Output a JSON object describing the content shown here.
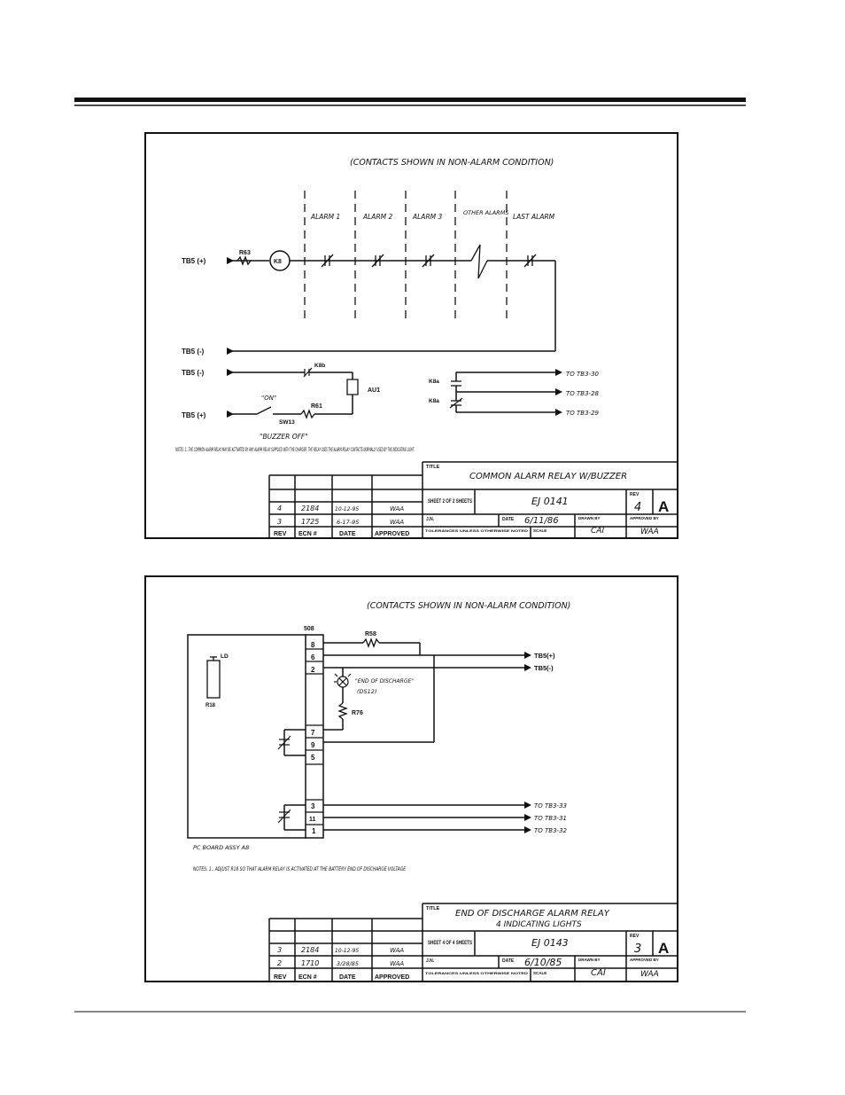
{
  "d1": {
    "note_top": "(CONTACTS SHOWN IN NON-ALARM CONDITION)",
    "alarms": [
      "ALARM 1",
      "ALARM 2",
      "ALARM 3",
      "OTHER ALARMS",
      "LAST ALARM"
    ],
    "tb5_plus": "TB5 (+)",
    "tb5_minus": "TB5 (-)",
    "tb5_minus2": "TB5 (-)",
    "tb5_plus2": "TB5 (+)",
    "r63": "R63",
    "k8": "K8",
    "k8b": "K8b",
    "k8a1": "K8a",
    "k8a2": "K8a",
    "au1": "AU1",
    "r61": "R61",
    "sw13": "SW13",
    "on": "\"ON\"",
    "buzzer_off": "\"BUZZER OFF\"",
    "to1": "TO TB3-30",
    "to2": "TO TB3-28",
    "to3": "TO TB3-29",
    "notes": "NOTES: 1.. THE COMMON ALARM RELAY MAY BE ACTIVATED BY ANY ALARM RELAY SUPPLIED WITH THE CHARGER. THE RELAY USES THE ALARM RELAY CONTACTS NORMALLY USED BY THE INDICATING LIGHT.",
    "title_label": "TITLE",
    "title": "COMMON ALARM RELAY W/BUZZER",
    "sheet": "SHEET 2 OF 2 SHEETS",
    "drawing_no": "EJ 0141",
    "rev_label": "REV",
    "rev": "4",
    "size": "A",
    "rows": [
      {
        "rev": "4",
        "ecn": "2184",
        "date": "10-12-95",
        "approved": "WAA"
      },
      {
        "rev": "3",
        "ecn": "1725",
        "date": "6-17-95",
        "approved": "WAA"
      }
    ],
    "headers": [
      "REV",
      "ECN #",
      "DATE",
      "APPROVED"
    ],
    "jn": "J.N.",
    "date_label": "DATE",
    "date": "6/11/86",
    "drawn_by_label": "DRAWN BY",
    "drawn_by": "CAI",
    "approved_by_label": "APPROVED BY",
    "approved_by": "WAA",
    "tolerance": "TOLERANCES UNLESS OTHERWISE NOTED",
    "scale_label": "SCALE"
  },
  "d2": {
    "note_top": "(CONTACTS SHOWN IN NON-ALARM CONDITION)",
    "conn": "508",
    "r58": "R58",
    "ld": "LD",
    "r18": "R18",
    "eod": "\"END OF DISCHARGE\"",
    "ds12": "(DS12)",
    "r76": "R76",
    "pins": [
      "8",
      "6",
      "2",
      "7",
      "9",
      "5",
      "3",
      "11",
      "1"
    ],
    "tb5_plus": "TB5(+)",
    "tb5_minus": "TB5(-)",
    "to1": "TO TB3-33",
    "to2": "TO TB3-31",
    "to3": "TO TB3-32",
    "board": "PC BOARD ASSY A8",
    "notes": "NOTES: 1.. ADJUST R18 SO THAT ALARM RELAY IS ACTIVATED AT THE BATTERY END OF DISCHARGE VOLTAGE",
    "title_label": "TITLE",
    "title_l1": "END OF DISCHARGE ALARM RELAY",
    "title_l2": "4 INDICATING LIGHTS",
    "sheet": "SHEET 4 OF 4 SHEETS",
    "drawing_no": "EJ 0143",
    "rev_label": "REV",
    "rev": "3",
    "size": "A",
    "rows": [
      {
        "rev": "3",
        "ecn": "2184",
        "date": "10-12-95",
        "approved": "WAA"
      },
      {
        "rev": "2",
        "ecn": "1710",
        "date": "3/28/85",
        "approved": "WAA"
      }
    ],
    "headers": [
      "REV",
      "ECN #",
      "DATE",
      "APPROVED"
    ],
    "jn": "J.N.",
    "date_label": "DATE",
    "date": "6/10/85",
    "drawn_by_label": "DRAWN BY",
    "drawn_by": "CAI",
    "approved_by_label": "APPROVED BY",
    "approved_by": "WAA",
    "tolerance": "TOLERANCES UNLESS OTHERWISE NOTED",
    "scale_label": "SCALE"
  }
}
